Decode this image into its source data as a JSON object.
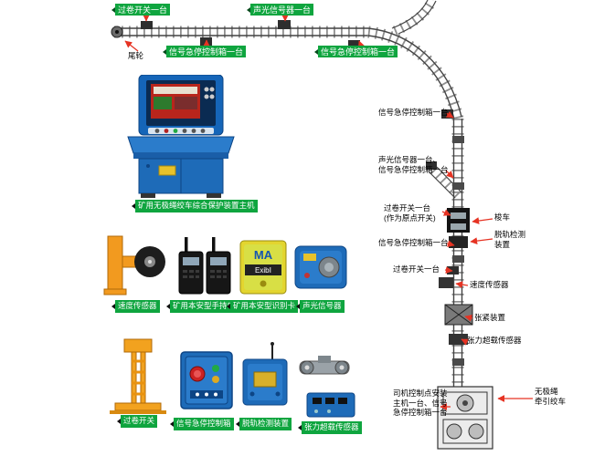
{
  "diagram": {
    "top": {
      "overwind": "过卷开关一台",
      "signal": "声光信号器一台",
      "tail_wheel": "尾轮",
      "estop_left": "信号急停控制箱一台",
      "estop_curve": "信号急停控制箱一台"
    },
    "right": {
      "estop1": "信号急停控制箱一台",
      "signal_line1": "声光信号器一台、",
      "signal_line2": "信号急停控制箱一台",
      "overwind_origin": "过卷开关一台",
      "overwind_origin_note": "(作为原点开关)",
      "shuttle_car": "梭车",
      "derail": "脱轨检测装置",
      "estop2": "信号急停控制箱一台",
      "overwind2": "过卷开关一台",
      "speed_sensor": "速度传感器",
      "tensioner": "张紧装置",
      "tension_overload": "张力超载传感器",
      "driver1": "司机控制点安装",
      "driver2": "主机一台、信号",
      "driver3": "急停控制箱一台",
      "winch1": "无极绳",
      "winch2": "牵引绞车"
    }
  },
  "products": {
    "main_console": {
      "label": "矿用无极绳绞车综合保护装置主机"
    },
    "speed_sensor": {
      "label": "速度传感器"
    },
    "handheld_radio": {
      "label": "矿用本安型手持电台"
    },
    "id_card": {
      "label": "矿用本安型识别卡",
      "ma_badge": "MA",
      "exib": "ExibⅠ"
    },
    "signal_device": {
      "label": "声光信号器"
    },
    "overwind_switch": {
      "label": "过卷开关"
    },
    "estop_box": {
      "label": "信号急停控制箱"
    },
    "derail_detector": {
      "label": "脱轨检测装置"
    },
    "tension_sensor": {
      "label": "张力超载传感器"
    }
  },
  "colors": {
    "label_green": "#0fa53f",
    "arrow_red": "#e63323",
    "console_blue": "#1e6bb8"
  }
}
